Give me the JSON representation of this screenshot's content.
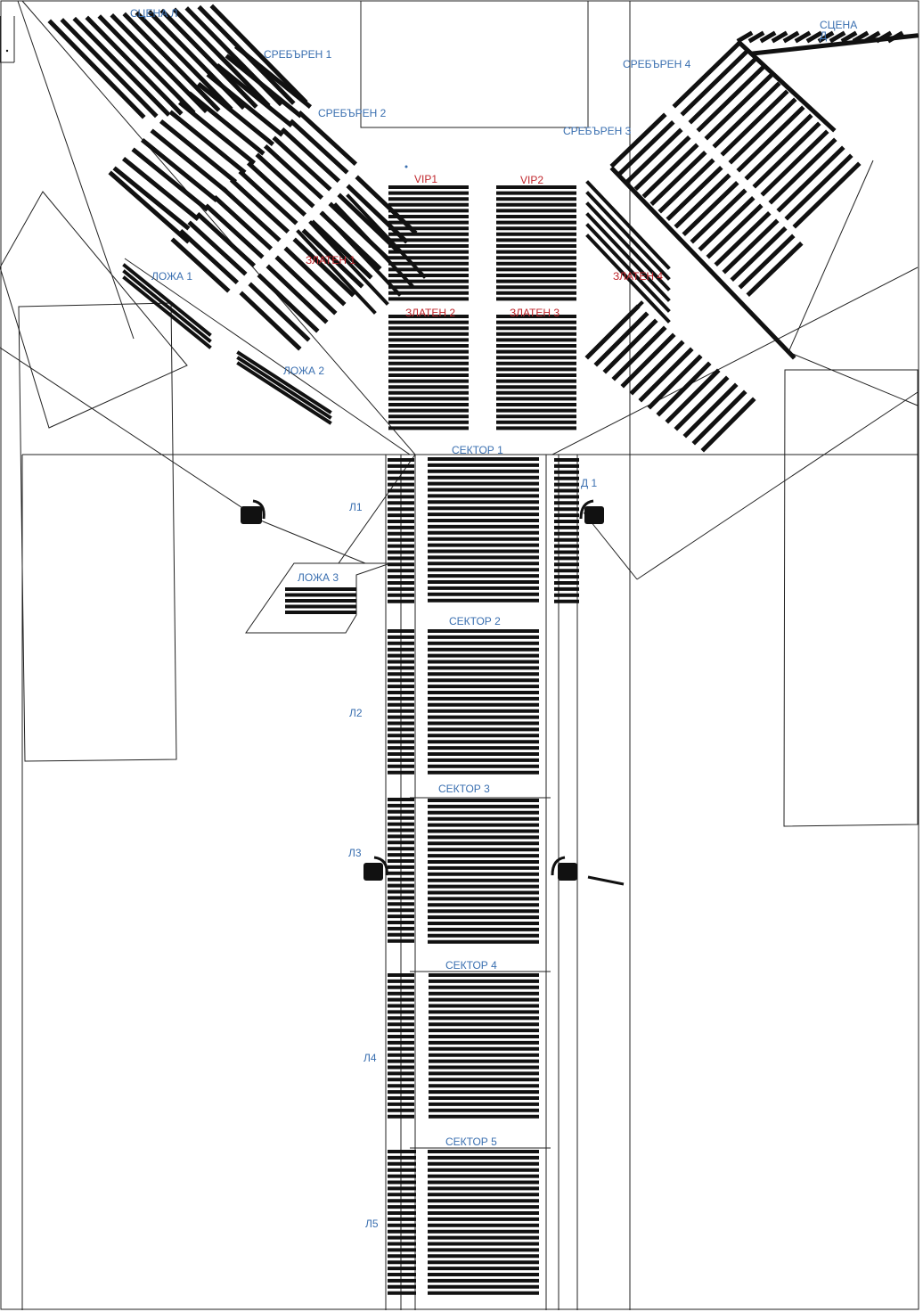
{
  "colors": {
    "seat": "#111111",
    "line": "#222222",
    "label_blue": "#3a6fb0",
    "label_red": "#c0272d"
  },
  "labels": {
    "stage_left": "СЦЕНА Л",
    "stage_right": "СЦЕНА Д",
    "silver_1": "СРЕБЪРЕН 1",
    "silver_2": "СРЕБЪРЕН 2",
    "silver_3": "СРЕБЪРЕН 3",
    "silver_4": "СРЕБЪРЕН 4",
    "vip_1": "VIP1",
    "vip_2": "VIP2",
    "gold_1": "ЗЛАТЕН 1",
    "gold_2": "ЗЛАТЕН 2",
    "gold_3": "ЗЛАТЕН 3",
    "gold_4": "ЗЛАТЕН 4",
    "box_1": "ЛОЖА 1",
    "box_2": "ЛОЖА 2",
    "box_3": "ЛОЖА 3",
    "sector_1": "СЕКТОР 1",
    "sector_2": "СЕКТОР 2",
    "sector_3": "СЕКТОР 3",
    "sector_4": "СЕКТОР 4",
    "sector_5": "СЕКТОР 5",
    "left_1": "Л1",
    "left_2": "Л2",
    "left_3": "Л3",
    "left_4": "Л4",
    "left_5": "Л5",
    "right_1": "Д 1"
  }
}
